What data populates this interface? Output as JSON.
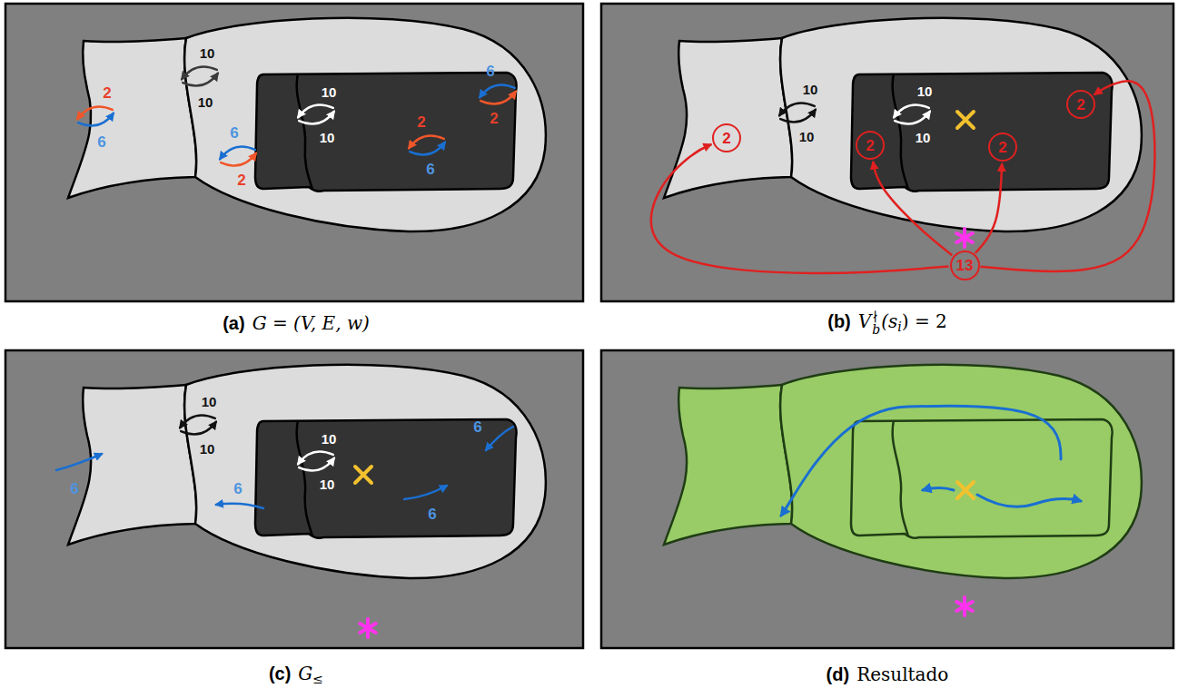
{
  "diagram": {
    "nodes": [
      {
        "text": [
          "2"
        ]
      },
      {
        "text": [
          "2"
        ]
      },
      {
        "text": [
          "2"
        ]
      },
      {
        "text": [
          "2"
        ]
      },
      {
        "text": [
          "13"
        ]
      }
    ],
    "edges": [
      {
        "from": 4,
        "to": 0,
        "arrow": "to"
      },
      {
        "from": 4,
        "to": 1,
        "arrow": "to"
      },
      {
        "from": 4,
        "to": 2,
        "arrow": "to"
      },
      {
        "from": 4,
        "to": 3,
        "arrow": "to"
      }
    ],
    "labels": [
      "10",
      "10",
      "2",
      "6",
      "10",
      "10",
      "6",
      "2",
      "2",
      "6",
      "6",
      "2",
      "(a)",
      "G = (V, E, w)",
      "10",
      "10",
      "10",
      "10",
      "(b)",
      "V",
      "b",
      "∤",
      "(s",
      "i",
      ") = 2",
      "10",
      "10",
      "10",
      "10",
      "6",
      "6",
      "6",
      "6",
      "(c)",
      "G",
      "≤",
      "(d)",
      "Resultado"
    ]
  }
}
